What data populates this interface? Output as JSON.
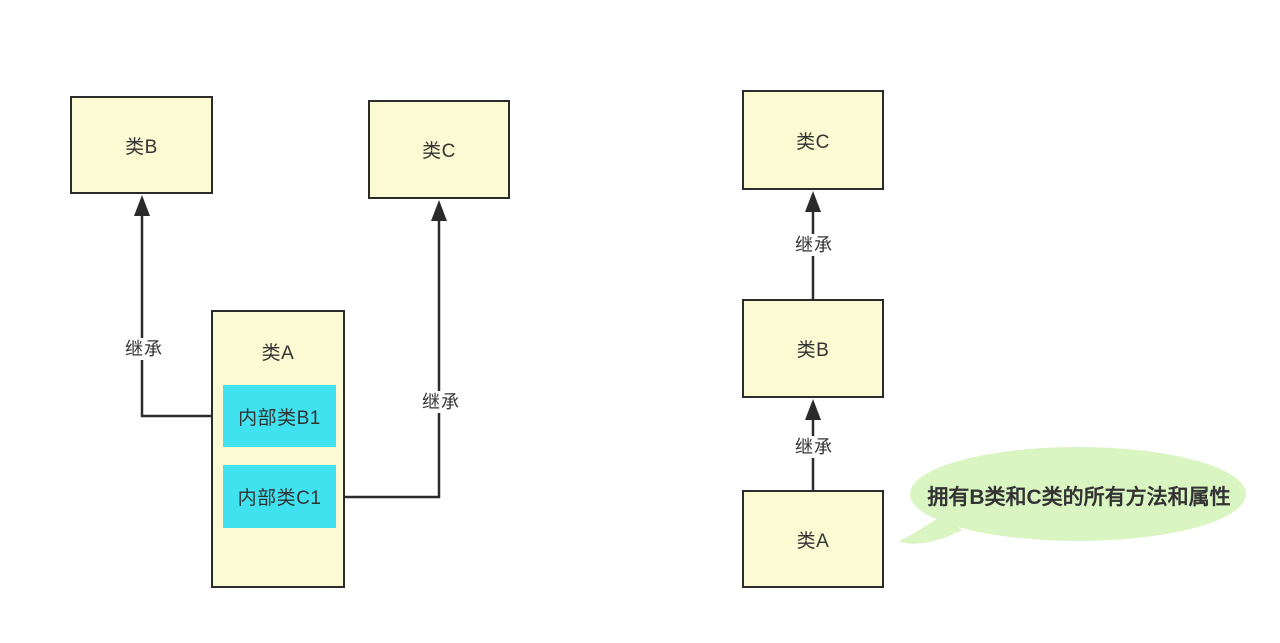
{
  "colors": {
    "box_fill": "#FCFAD2",
    "inner_fill": "#40E2F0",
    "line": "#2B2B2B",
    "bubble_fill": "#D9F5C2",
    "text": "#333333"
  },
  "left_diagram": {
    "class_b_label": "类B",
    "class_c_label": "类C",
    "class_a_label": "类A",
    "inner_class_b1_label": "内部类B1",
    "inner_class_c1_label": "内部类C1",
    "inherit_label_b": "继承",
    "inherit_label_c": "继承"
  },
  "right_diagram": {
    "class_c_label": "类C",
    "class_b_label": "类B",
    "class_a_label": "类A",
    "inherit_label_top": "继承",
    "inherit_label_bottom": "继承",
    "callout_text": "拥有B类和C类的所有方法和属性"
  }
}
